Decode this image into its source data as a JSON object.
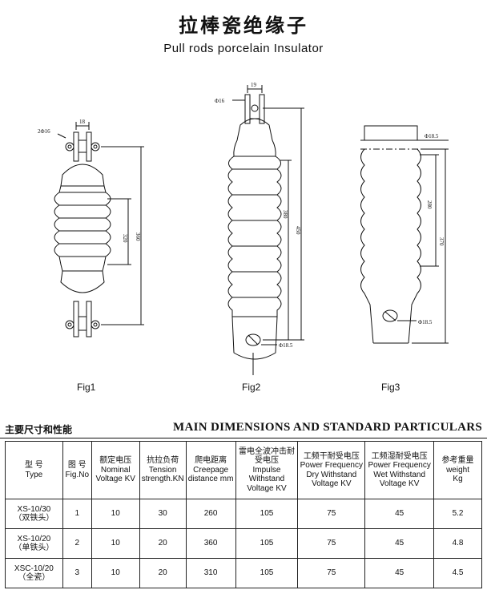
{
  "header": {
    "title_cn": "拉棒瓷绝缘子",
    "title_en": "Pull rods porcelain  Insulator"
  },
  "figures": {
    "fig1": {
      "label": "Fig1",
      "dims": {
        "d1": "2Φ16",
        "d2": "18",
        "d3": "320",
        "d4": "360"
      }
    },
    "fig2": {
      "label": "Fig2",
      "dims": {
        "d1": "Φ16",
        "d2": "19",
        "d3": "380",
        "d4": "450",
        "d5": "Φ18.5"
      }
    },
    "fig3": {
      "label": "Fig3",
      "dims": {
        "d1": "Φ18.5",
        "d2": "280",
        "d3": "370",
        "d4": "Φ18.5"
      }
    }
  },
  "section": {
    "title_cn": "主要尺寸和性能",
    "title_en": "MAIN DIMENSIONS AND STANDARD PARTICULARS"
  },
  "table": {
    "headers": [
      {
        "cn": "型  号",
        "en": [
          "Type"
        ]
      },
      {
        "cn": "图  号",
        "en": [
          "Fig.No"
        ]
      },
      {
        "cn": "额定电压",
        "en": [
          "Nominal",
          "Voltage KV"
        ]
      },
      {
        "cn": "抗拉负荷",
        "en": [
          "Tension",
          "strength.KN"
        ]
      },
      {
        "cn": "爬电距离",
        "en": [
          "Creepage",
          "distance mm"
        ]
      },
      {
        "cn": "雷电全波冲击耐受电压",
        "en": [
          "Impulse",
          "Withstand",
          "Voltage KV"
        ]
      },
      {
        "cn": "工频干耐受电压",
        "en": [
          "Power Frequency",
          "Dry Withstand",
          "Voltage KV"
        ]
      },
      {
        "cn": "工频湿耐受电压",
        "en": [
          "Power Frequency",
          "Wet Withstand",
          "Voltage KV"
        ]
      },
      {
        "cn": "参考重量",
        "en": [
          "weight",
          "Kg"
        ]
      }
    ],
    "rows": [
      {
        "type": "XS-10/30",
        "type_note": "（双铁头）",
        "fig": "1",
        "voltage": "10",
        "tension": "30",
        "creepage": "260",
        "impulse": "105",
        "dry": "75",
        "wet": "45",
        "weight": "5.2"
      },
      {
        "type": "XS-10/20",
        "type_note": "（单铁头）",
        "fig": "2",
        "voltage": "10",
        "tension": "20",
        "creepage": "360",
        "impulse": "105",
        "dry": "75",
        "wet": "45",
        "weight": "4.8"
      },
      {
        "type": "XSC-10/20",
        "type_note": "（全瓷）",
        "fig": "3",
        "voltage": "10",
        "tension": "20",
        "creepage": "310",
        "impulse": "105",
        "dry": "75",
        "wet": "45",
        "weight": "4.5"
      }
    ]
  }
}
